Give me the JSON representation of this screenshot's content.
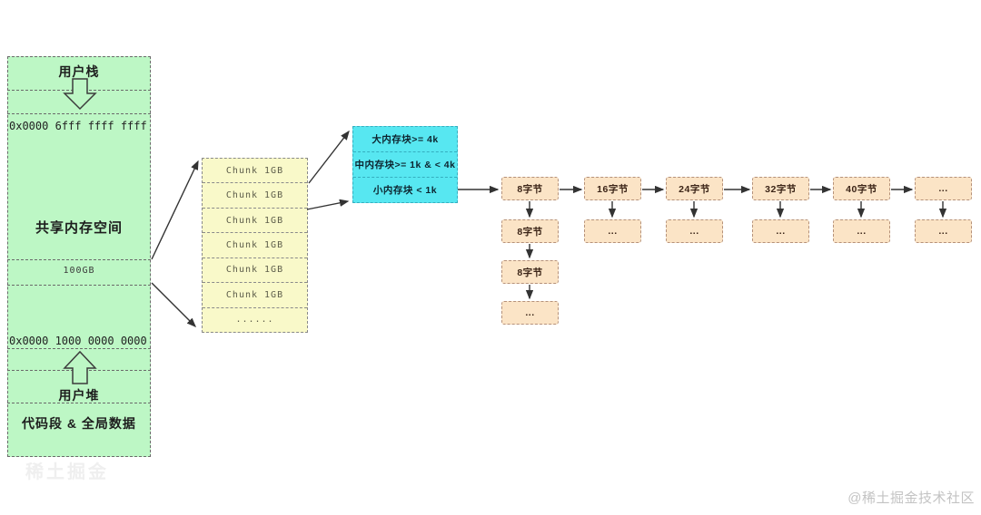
{
  "colors": {
    "green_fill": "#bdf7c5",
    "yellow_fill": "#f9f9c9",
    "cyan_fill": "#57e7f1",
    "peach_fill": "#fbe4c6",
    "arrow": "#333333"
  },
  "address_space": {
    "stack_label": "用户栈",
    "stack_top_address": "0x0000 6fff ffff ffff",
    "shared_label": "共享内存空间",
    "shared_size": "100GB",
    "heap_start_address": "0x0000 1000 0000 0000",
    "heap_label": "用户堆",
    "code_label": "代码段 & 全局数据"
  },
  "chunk_stack": {
    "cells": [
      "Chunk 1GB",
      "Chunk 1GB",
      "Chunk 1GB",
      "Chunk 1GB",
      "Chunk 1GB",
      "Chunk 1GB",
      "......"
    ]
  },
  "size_classes": {
    "cells": [
      "大内存块>= 4k",
      "中内存块>= 1k & < 4k",
      "小内存块 < 1k"
    ]
  },
  "free_lists": {
    "columns": [
      {
        "head": "8字节",
        "nodes": [
          "8字节",
          "8字节",
          "..."
        ]
      },
      {
        "head": "16字节",
        "nodes": [
          "..."
        ]
      },
      {
        "head": "24字节",
        "nodes": [
          "..."
        ]
      },
      {
        "head": "32字节",
        "nodes": [
          "..."
        ]
      },
      {
        "head": "40字节",
        "nodes": [
          "..."
        ]
      },
      {
        "head": "...",
        "nodes": [
          "..."
        ]
      }
    ]
  },
  "watermark": {
    "bottom_right": "@稀土掘金技术社区",
    "faint": "稀土掘金"
  }
}
